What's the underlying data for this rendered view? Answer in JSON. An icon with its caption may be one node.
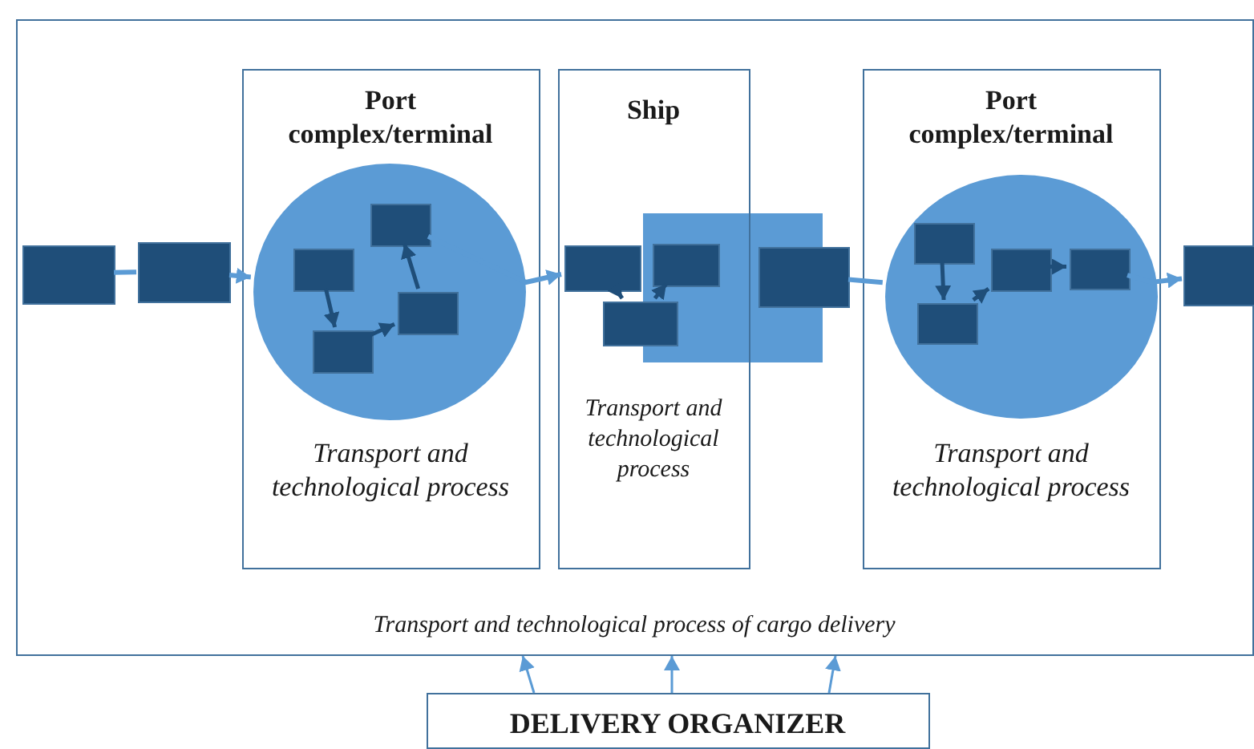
{
  "diagram": {
    "nodes": [
      {
        "text": [
          "Transport and technological process of cargo delivery"
        ]
      },
      {
        "text": [
          "Port complex/terminal",
          "Transport and technological process"
        ],
        "in": 0
      },
      {
        "text": [
          "Ship",
          "Transport and technological process"
        ],
        "in": 0
      },
      {
        "text": [
          "Port complex/terminal",
          "Transport and technological process"
        ],
        "in": 0
      },
      {
        "text": [
          "DELIVERY ORGANIZER"
        ]
      },
      {
        "text": [],
        "shape": "box",
        "in": 0
      },
      {
        "text": [],
        "shape": "box",
        "in": 0
      },
      {
        "text": [],
        "shape": "circle",
        "in": 1
      },
      {
        "text": [],
        "shape": "box",
        "in": 7
      },
      {
        "text": [],
        "shape": "box",
        "in": 7
      },
      {
        "text": [],
        "shape": "box",
        "in": 7
      },
      {
        "text": [],
        "shape": "box",
        "in": 7
      },
      {
        "text": [],
        "shape": "box",
        "in": 2
      },
      {
        "text": [],
        "shape": "box",
        "in": 2
      },
      {
        "text": [],
        "shape": "box",
        "in": 2
      },
      {
        "text": [],
        "shape": "box",
        "in": 0
      },
      {
        "text": [],
        "shape": "circle",
        "in": 3
      },
      {
        "text": [],
        "shape": "box",
        "in": 16
      },
      {
        "text": [],
        "shape": "box",
        "in": 16
      },
      {
        "text": [],
        "shape": "box",
        "in": 16
      },
      {
        "text": [],
        "shape": "box",
        "in": 16
      },
      {
        "text": [],
        "shape": "box",
        "in": 0
      }
    ],
    "edges": [
      {
        "from": 5,
        "to": 6,
        "arrow": "none"
      },
      {
        "from": 6,
        "to": 7,
        "arrow": "to"
      },
      {
        "from": 9,
        "to": 11,
        "arrow": "to",
        "color": "#1f4e79"
      },
      {
        "from": 11,
        "to": 10,
        "arrow": "to",
        "color": "#1f4e79"
      },
      {
        "from": 10,
        "to": 8,
        "arrow": "to",
        "color": "#1f4e79"
      },
      {
        "from": 8,
        "to": 12,
        "arrow": "to"
      },
      {
        "from": 12,
        "to": 13,
        "arrow": "to",
        "color": "#1f4e79"
      },
      {
        "from": 13,
        "to": 14,
        "arrow": "to",
        "color": "#1f4e79"
      },
      {
        "from": 15,
        "to": 16,
        "arrow": "none"
      },
      {
        "from": 17,
        "to": 18,
        "arrow": "to",
        "color": "#1f4e79"
      },
      {
        "from": 18,
        "to": 19,
        "arrow": "to",
        "color": "#1f4e79"
      },
      {
        "from": 19,
        "to": 20,
        "arrow": "to",
        "color": "#1f4e79"
      },
      {
        "from": 20,
        "to": 21,
        "arrow": "to"
      },
      {
        "from": 4,
        "to": 0,
        "arrow": "to"
      },
      {
        "from": 4,
        "to": 0,
        "arrow": "to"
      },
      {
        "from": 4,
        "to": 0,
        "arrow": "to"
      }
    ]
  }
}
